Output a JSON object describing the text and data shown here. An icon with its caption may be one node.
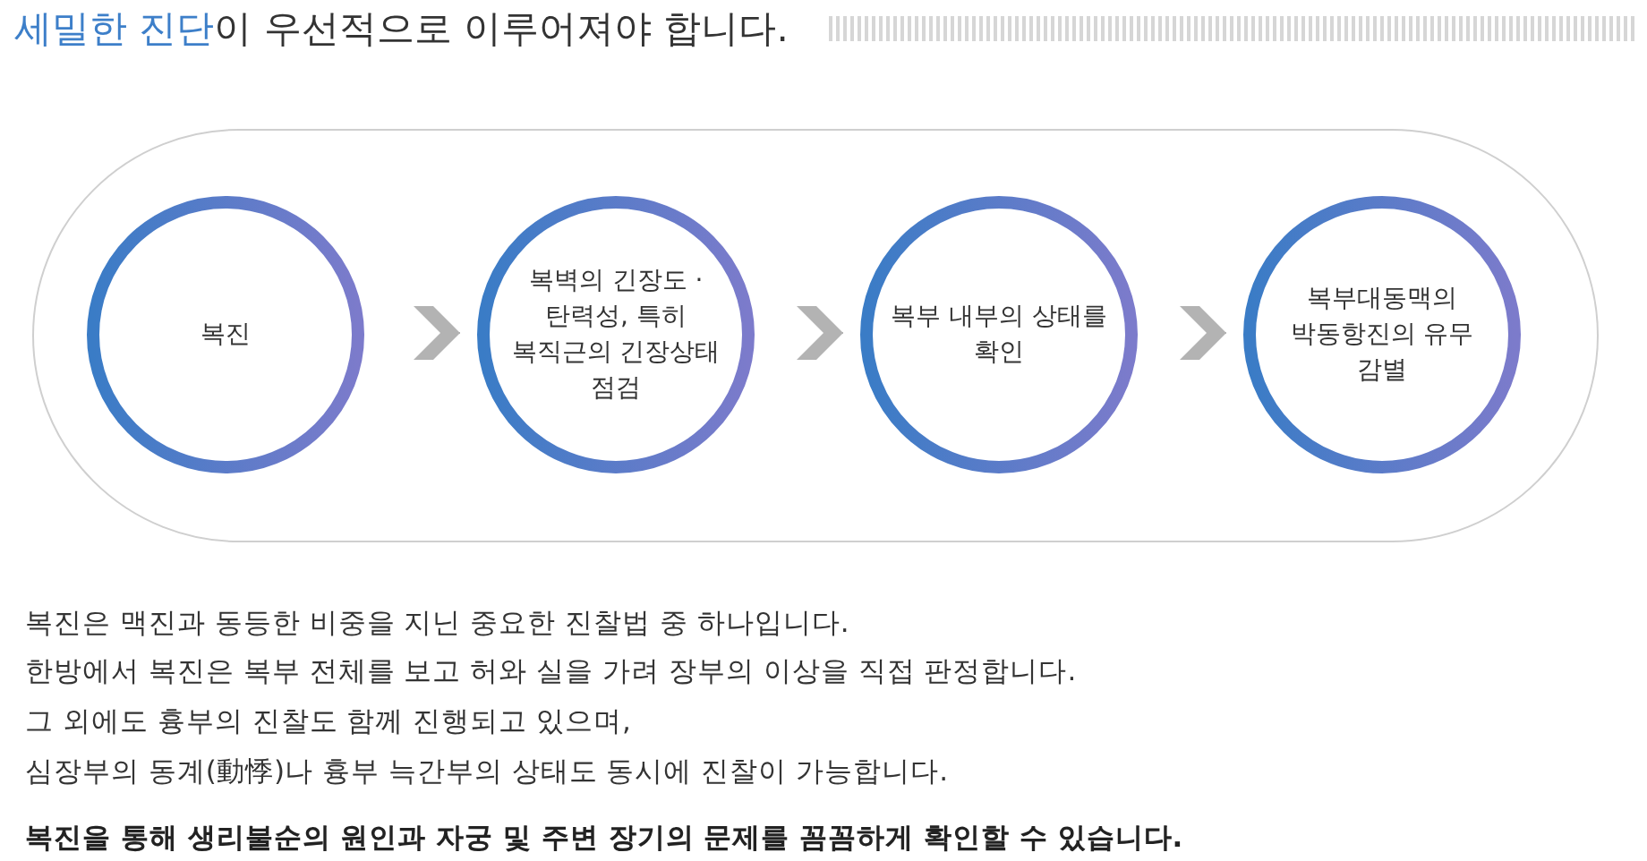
{
  "diagram": {
    "title": "**세밀한 진단**이 우선적으로 이루어져야 합니다.",
    "nodes": [
      {
        "text": [],
        "shape": "box"
      },
      {
        "text": [
          "복진"
        ],
        "in": 0
      },
      {
        "text": [
          "복벽의 긴장도 ·탄력성, 특히 복직근의 긴장상태 점검"
        ],
        "in": 0
      },
      {
        "text": [
          "복부 내부의 상태를 확인"
        ],
        "in": 0
      },
      {
        "text": [
          "복부대동맥의 박동항진의 유무 감별"
        ],
        "in": 0
      }
    ],
    "edges": [
      {
        "from": 1,
        "to": 2,
        "arrow": "to"
      },
      {
        "from": 2,
        "to": 3,
        "arrow": "to"
      },
      {
        "from": 3,
        "to": 4,
        "arrow": "to"
      }
    ],
    "labels": [
      "복진은 맥진과 동등한 비중을 지닌 중요한 진찰법 중 하나입니다.",
      "한방에서 복진은 복부 전체를 보고 허와 실을 가려 장부의 이상을 직접 판정합니다.",
      "그 외에도 흉부의 진찰도 함께 진행되고 있으며,",
      "심장부의 동계(動悸)나 흉부 늑간부의 상태도 동시에 진찰이 가능합니다.",
      "복진을 통해 생리불순의 원인과 자궁 및 주변 장기의 문제를 꼼꼼하게 확인할 수 있습니다."
    ]
  }
}
